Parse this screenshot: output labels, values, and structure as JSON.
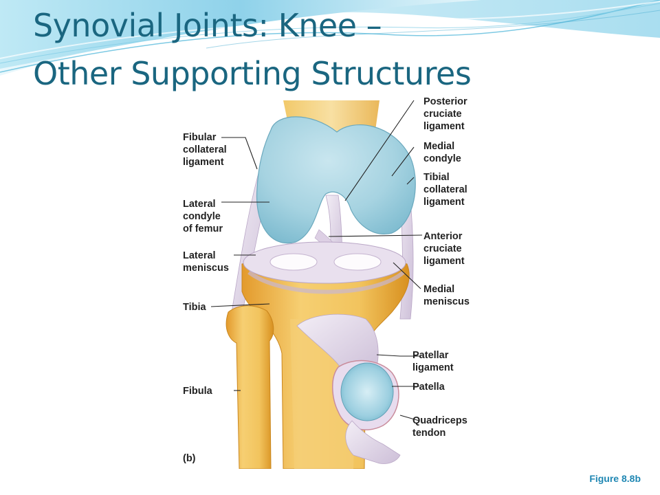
{
  "slide": {
    "title_line_1": "Synovial Joints: Knee –",
    "title_line_2": "Other Supporting Structures",
    "figure_caption": "Figure 8.8b"
  },
  "diagram": {
    "panel_label": "(b)",
    "labels": {
      "fibular_collateral_ligament": "Fibular\ncollateral\nligament",
      "lateral_condyle_of_femur": "Lateral\ncondyle\nof femur",
      "lateral_meniscus": "Lateral\nmeniscus",
      "tibia": "Tibia",
      "fibula": "Fibula",
      "posterior_cruciate_ligament": "Posterior\ncruciate\nligament",
      "medial_condyle": "Medial\ncondyle",
      "tibial_collateral_ligament": "Tibial\ncollateral\nligament",
      "anterior_cruciate_ligament": "Anterior\ncruciate\nligament",
      "medial_meniscus": "Medial\nmeniscus",
      "patellar_ligament": "Patellar\nligament",
      "patella": "Patella",
      "quadriceps_tendon": "Quadriceps\ntendon"
    },
    "colors": {
      "cartilage": "#a9d4e0",
      "bone": "#f0c060",
      "ligament": "#e4d8ea",
      "title": "#1a6680"
    }
  }
}
